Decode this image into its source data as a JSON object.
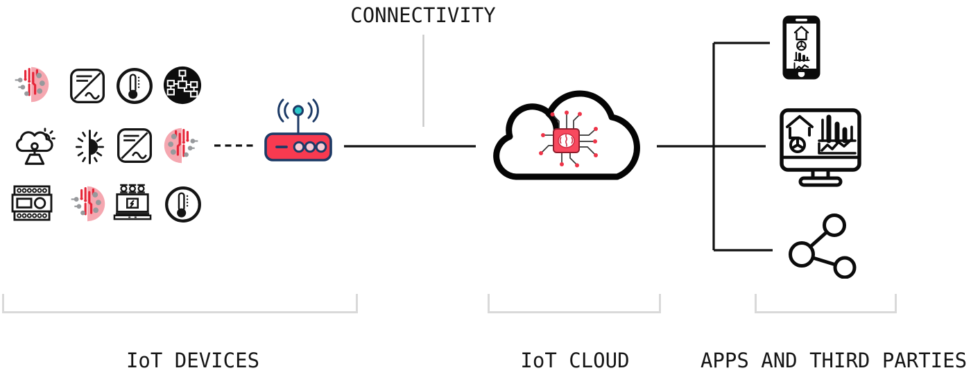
{
  "connectivity": {
    "label": "CONNECTIVITY"
  },
  "sections": {
    "devices": {
      "label": "IoT DEVICES"
    },
    "cloud": {
      "label": "IoT CLOUD"
    },
    "apps": {
      "label": "APPS AND THIRD PARTIES"
    }
  },
  "device_icons": [
    {
      "name": "smart-circuit-icon",
      "row": 1,
      "col": 1
    },
    {
      "name": "inverter-icon",
      "row": 1,
      "col": 2
    },
    {
      "name": "temperature-sensor-icon",
      "row": 1,
      "col": 3
    },
    {
      "name": "network-gateway-icon",
      "row": 1,
      "col": 4
    },
    {
      "name": "weather-station-icon",
      "row": 2,
      "col": 1
    },
    {
      "name": "light-sensor-icon",
      "row": 2,
      "col": 2
    },
    {
      "name": "inverter-icon",
      "row": 2,
      "col": 3
    },
    {
      "name": "smart-circuit-icon",
      "row": 2,
      "col": 4
    },
    {
      "name": "plc-controller-icon",
      "row": 3,
      "col": 1
    },
    {
      "name": "smart-circuit-icon",
      "row": 3,
      "col": 2
    },
    {
      "name": "transformer-icon",
      "row": 3,
      "col": 3
    },
    {
      "name": "temperature-sensor-icon",
      "row": 3,
      "col": 4
    }
  ],
  "connectivity_node": {
    "name": "wifi-router-icon"
  },
  "cloud_node": {
    "name": "cloud-ai-chip-icon"
  },
  "app_icons": [
    {
      "name": "smartphone-dashboard-icon"
    },
    {
      "name": "desktop-dashboard-icon"
    },
    {
      "name": "share-network-icon"
    }
  ],
  "colors": {
    "ink_black": "#111111",
    "device_red": "#e62639",
    "device_pink": "#f5a7b0",
    "node_gray": "#97999c",
    "router_red": "#f83a50",
    "router_navy": "#1c3a66",
    "router_teal": "#2bc8ca",
    "router_dot_pink": "#f9ccd4",
    "chip_red": "#f8495e",
    "chip_dot_red": "#ee3448",
    "bracket_gray": "#d9d9d9",
    "divider_gray": "#c8c8c8"
  }
}
